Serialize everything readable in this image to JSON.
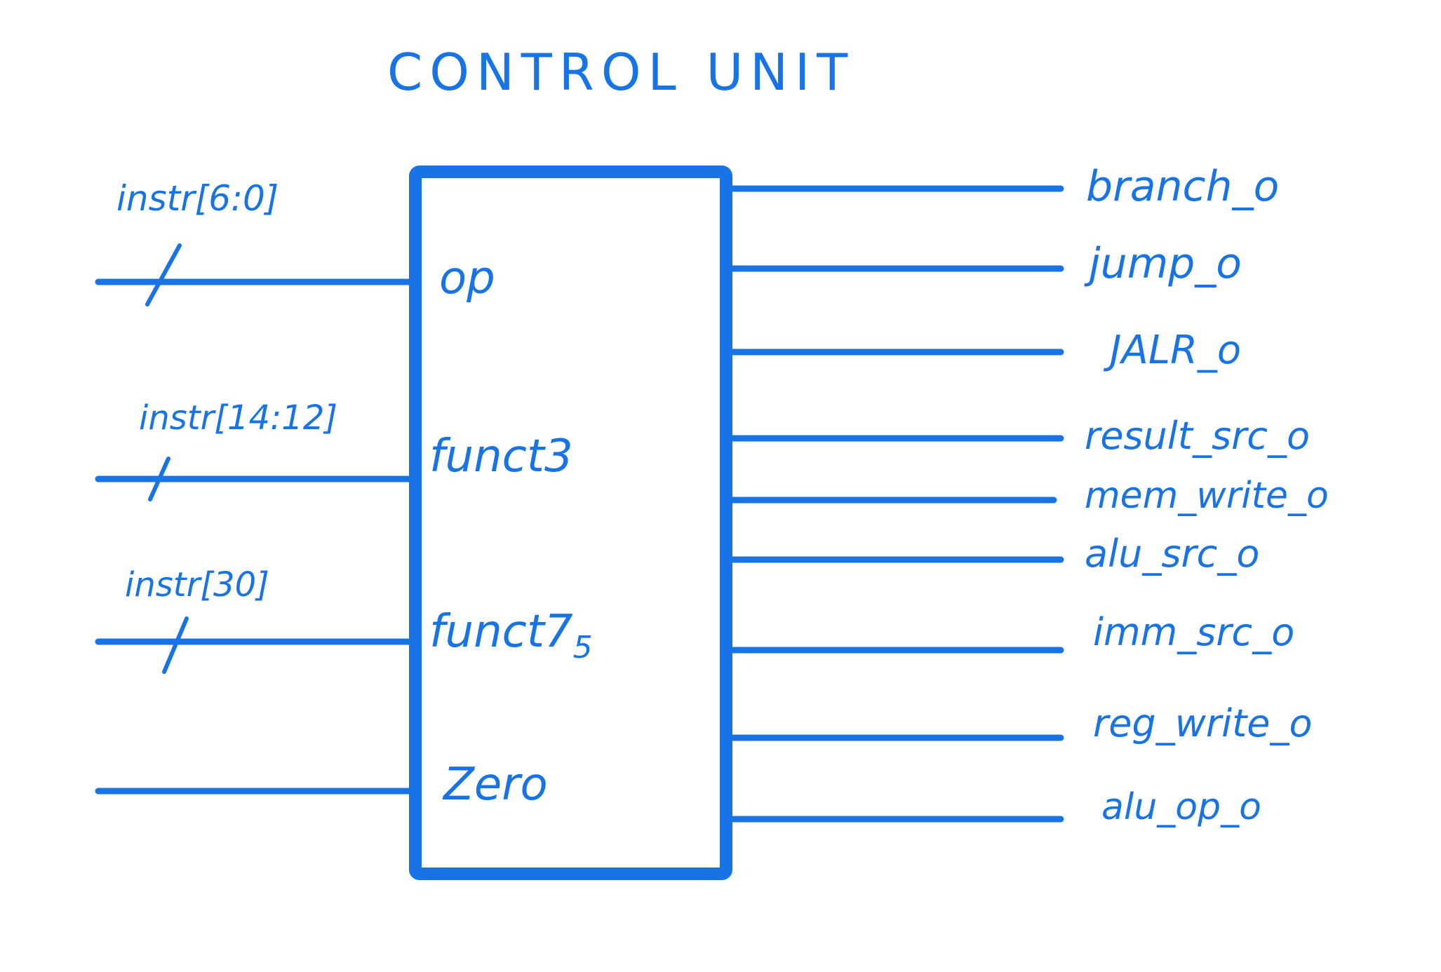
{
  "title": "CONTROL UNIT",
  "ink_color": "#1874e4",
  "inputs": [
    {
      "bus_label": "instr[6:0]",
      "port_label": "op",
      "bus_slash": true
    },
    {
      "bus_label": "instr[14:12]",
      "port_label": "funct3",
      "bus_slash": true
    },
    {
      "bus_label": "instr[30]",
      "port_label": "funct7",
      "port_subscript": "5",
      "bus_slash": true
    },
    {
      "bus_label": "",
      "port_label": "Zero",
      "bus_slash": false
    }
  ],
  "outputs": [
    "branch_o",
    "jump_o",
    "JALR_o",
    "result_src_o",
    "mem_write_o",
    "alu_src_o",
    "imm_src_o",
    "reg_write_o",
    "alu_op_o"
  ]
}
